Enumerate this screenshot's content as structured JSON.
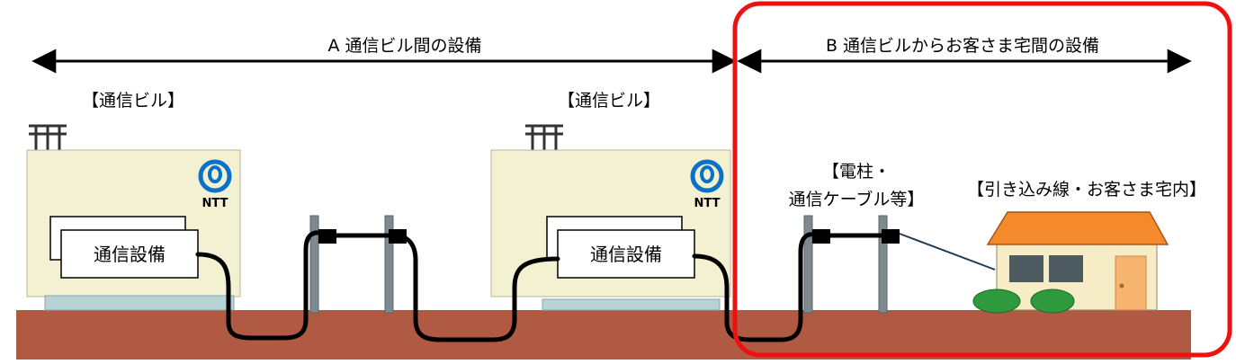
{
  "sections": {
    "a_label": "A 通信ビル間の設備",
    "b_label": "B 通信ビルからお客さま宅間の設備"
  },
  "buildings": [
    {
      "label": "【通信ビル】",
      "logo_text": "NTT",
      "equipment_label": "通信設備"
    },
    {
      "label": "【通信ビル】",
      "logo_text": "NTT",
      "equipment_label": "通信設備"
    }
  ],
  "poles": {
    "label_line1": "【電柱・",
    "label_line2": "通信ケーブル等】"
  },
  "house": {
    "label": "【引き込み線・お客さま宅内】"
  },
  "colors": {
    "ground": "#b05a44",
    "highlight_frame": "#ee1111",
    "building_wall": "#f4f1d2",
    "building_base": "#b6d3d6",
    "logo": "#0a72c6",
    "pole": "#7f8a90",
    "cable": "#000000",
    "drop_wire": "#1f3a57",
    "house_wall": "#f6edc6",
    "house_roof": "#f58a2c",
    "house_window": "#4d5a5f",
    "house_door": "#f6b46e",
    "bush": "#2e9a3d"
  },
  "icons": {
    "antenna": "antenna-tower-icon",
    "logo": "ntt-logo-icon",
    "arrow_a": "double-arrow-icon",
    "arrow_b": "double-arrow-icon"
  }
}
